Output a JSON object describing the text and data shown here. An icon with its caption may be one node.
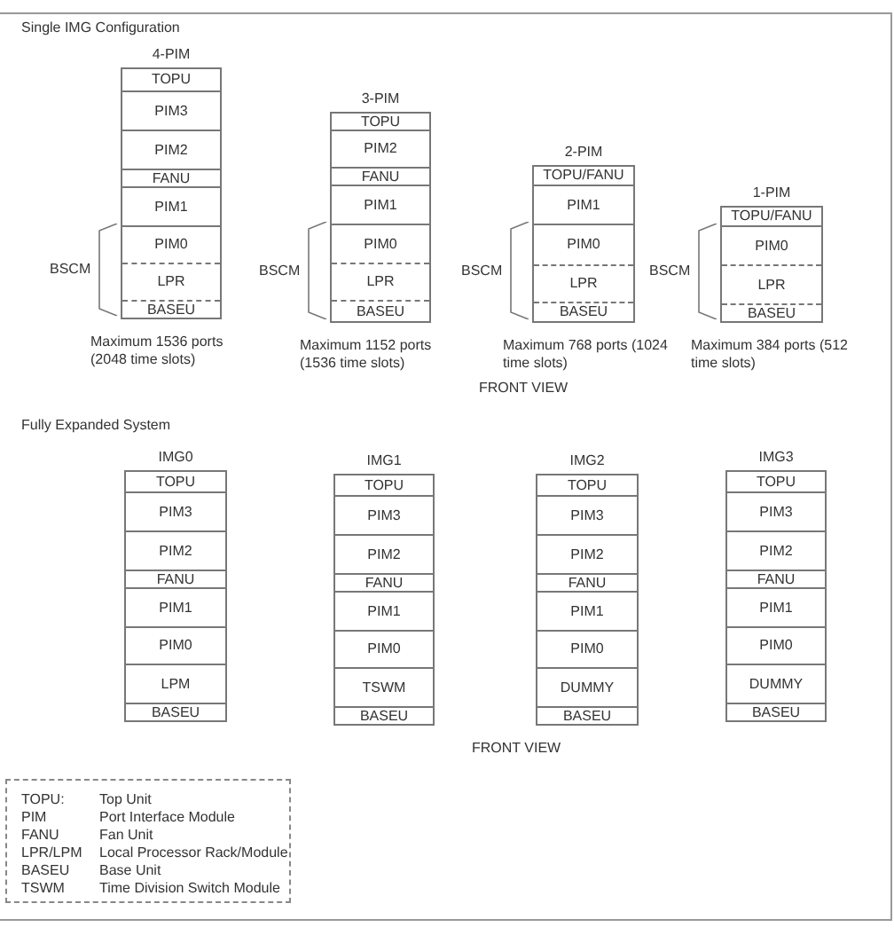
{
  "diagram": {
    "nodes": [
      {
        "text": [
          "4-PIM"
        ],
        "beside": [
          "Maximum 1536 ports (2048 time slots)"
        ]
      },
      {
        "text": [
          "TOPU"
        ],
        "in": 0
      },
      {
        "text": [
          "PIM3"
        ],
        "in": 0
      },
      {
        "text": [
          "PIM2"
        ],
        "in": 0
      },
      {
        "text": [
          "FANU"
        ],
        "in": 0
      },
      {
        "text": [
          "PIM1"
        ],
        "in": 0
      },
      {
        "text": [
          "PIM0"
        ],
        "in": 0
      },
      {
        "text": [
          "LPR"
        ],
        "in": 0
      },
      {
        "text": [
          "BASEU"
        ],
        "in": 0
      },
      {
        "text": [
          "3-PIM"
        ],
        "beside": [
          "Maximum 1152 ports (1536 time slots)"
        ]
      },
      {
        "text": [
          "TOPU"
        ],
        "in": 9
      },
      {
        "text": [
          "PIM2"
        ],
        "in": 9
      },
      {
        "text": [
          "FANU"
        ],
        "in": 9
      },
      {
        "text": [
          "PIM1"
        ],
        "in": 9
      },
      {
        "text": [
          "PIM0"
        ],
        "in": 9
      },
      {
        "text": [
          "LPR"
        ],
        "in": 9
      },
      {
        "text": [
          "BASEU"
        ],
        "in": 9
      },
      {
        "text": [
          "2-PIM"
        ],
        "beside": [
          "Maximum 768 ports (1024 time slots)"
        ]
      },
      {
        "text": [
          "TOPU/FANU"
        ],
        "in": 17
      },
      {
        "text": [
          "PIM1"
        ],
        "in": 17
      },
      {
        "text": [
          "PIM0"
        ],
        "in": 17
      },
      {
        "text": [
          "LPR"
        ],
        "in": 17
      },
      {
        "text": [
          "BASEU"
        ],
        "in": 17
      },
      {
        "text": [
          "1-PIM"
        ],
        "beside": [
          "Maximum 384 ports (512 time slots)"
        ]
      },
      {
        "text": [
          "TOPU/FANU"
        ],
        "in": 23
      },
      {
        "text": [
          "PIM0"
        ],
        "in": 23
      },
      {
        "text": [
          "LPR"
        ],
        "in": 23
      },
      {
        "text": [
          "BASEU"
        ],
        "in": 23
      },
      {
        "text": [
          "IMG0"
        ]
      },
      {
        "text": [
          "TOPU"
        ],
        "in": 28
      },
      {
        "text": [
          "PIM3"
        ],
        "in": 28
      },
      {
        "text": [
          "PIM2"
        ],
        "in": 28
      },
      {
        "text": [
          "FANU"
        ],
        "in": 28
      },
      {
        "text": [
          "PIM1"
        ],
        "in": 28
      },
      {
        "text": [
          "PIM0"
        ],
        "in": 28
      },
      {
        "text": [
          "LPM"
        ],
        "in": 28
      },
      {
        "text": [
          "BASEU"
        ],
        "in": 28
      },
      {
        "text": [
          "IMG1"
        ]
      },
      {
        "text": [
          "TOPU"
        ],
        "in": 37
      },
      {
        "text": [
          "PIM3"
        ],
        "in": 37
      },
      {
        "text": [
          "PIM2"
        ],
        "in": 37
      },
      {
        "text": [
          "FANU"
        ],
        "in": 37
      },
      {
        "text": [
          "PIM1"
        ],
        "in": 37
      },
      {
        "text": [
          "PIM0"
        ],
        "in": 37
      },
      {
        "text": [
          "TSWM"
        ],
        "in": 37
      },
      {
        "text": [
          "BASEU"
        ],
        "in": 37
      },
      {
        "text": [
          "IMG2"
        ]
      },
      {
        "text": [
          "TOPU"
        ],
        "in": 46
      },
      {
        "text": [
          "PIM3"
        ],
        "in": 46
      },
      {
        "text": [
          "PIM2"
        ],
        "in": 46
      },
      {
        "text": [
          "FANU"
        ],
        "in": 46
      },
      {
        "text": [
          "PIM1"
        ],
        "in": 46
      },
      {
        "text": [
          "PIM0"
        ],
        "in": 46
      },
      {
        "text": [
          "DUMMY"
        ],
        "in": 46
      },
      {
        "text": [
          "BASEU"
        ],
        "in": 46
      },
      {
        "text": [
          "IMG3"
        ]
      },
      {
        "text": [
          "TOPU"
        ],
        "in": 55
      },
      {
        "text": [
          "PIM3"
        ],
        "in": 55
      },
      {
        "text": [
          "PIM2"
        ],
        "in": 55
      },
      {
        "text": [
          "FANU"
        ],
        "in": 55
      },
      {
        "text": [
          "PIM1"
        ],
        "in": 55
      },
      {
        "text": [
          "PIM0"
        ],
        "in": 55
      },
      {
        "text": [
          "DUMMY"
        ],
        "in": 55
      },
      {
        "text": [
          "BASEU"
        ],
        "in": 55
      }
    ],
    "labels": [
      "Single IMG Configuration",
      "BSCM",
      "BSCM",
      "BSCM",
      "BSCM",
      "FRONT VIEW",
      "Fully Expanded System",
      "FRONT VIEW",
      "TOPU:",
      "Top Unit",
      "PIM",
      "Port Interface Module",
      "FANU",
      "Fan Unit",
      "LPR/LPM",
      "Local Processor Rack/Module",
      "BASEU",
      "Base Unit",
      "TSWM",
      "Time Division Switch Module"
    ]
  }
}
